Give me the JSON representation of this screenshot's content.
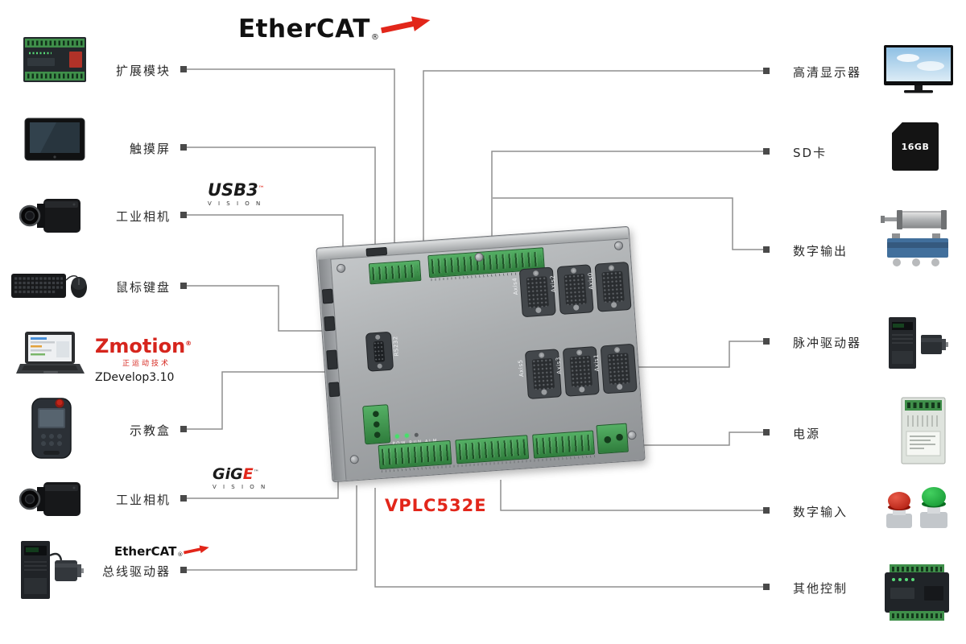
{
  "colors": {
    "accent_red": "#e2261a",
    "wire_gray": "#8f8f8f",
    "terminal_green": "#3f8f4a"
  },
  "logos": {
    "ethercat_main": {
      "text": "EtherCAT",
      "reg": "®"
    },
    "ethercat_small": {
      "text": "EtherCAT",
      "reg": "®"
    },
    "usb3": {
      "text": "USB3",
      "tm": "™",
      "vision": "V I S I O N"
    },
    "gige": {
      "prefix": "GiG",
      "e": "E",
      "tm": "™",
      "vision": "V I S I O N"
    },
    "zmotion": {
      "brand": "Zmotion",
      "reg": "®",
      "tagline": "正运动技术",
      "version": "ZDevelop3.10"
    }
  },
  "left_items": [
    {
      "label": "扩展模块"
    },
    {
      "label": "触摸屏"
    },
    {
      "label": "工业相机"
    },
    {
      "label": "鼠标键盘"
    },
    {
      "label": "示教盒"
    },
    {
      "label": "工业相机"
    },
    {
      "label": "总线驱动器"
    }
  ],
  "right_items": [
    {
      "label": "高清显示器"
    },
    {
      "label": "SD卡"
    },
    {
      "label": "数字输出"
    },
    {
      "label": "脉冲驱动器"
    },
    {
      "label": "电源"
    },
    {
      "label": "数字输入"
    },
    {
      "label": "其他控制"
    }
  ],
  "controller": {
    "model": "VPLC532E",
    "rs232_label": "RS232",
    "axis_labels": [
      "Axis4",
      "Axis2",
      "Axis0",
      "Axis5",
      "Axis3",
      "Axis1"
    ],
    "led_labels": "POW RUN ALM"
  },
  "devices": {
    "sd_capacity": "16GB"
  }
}
